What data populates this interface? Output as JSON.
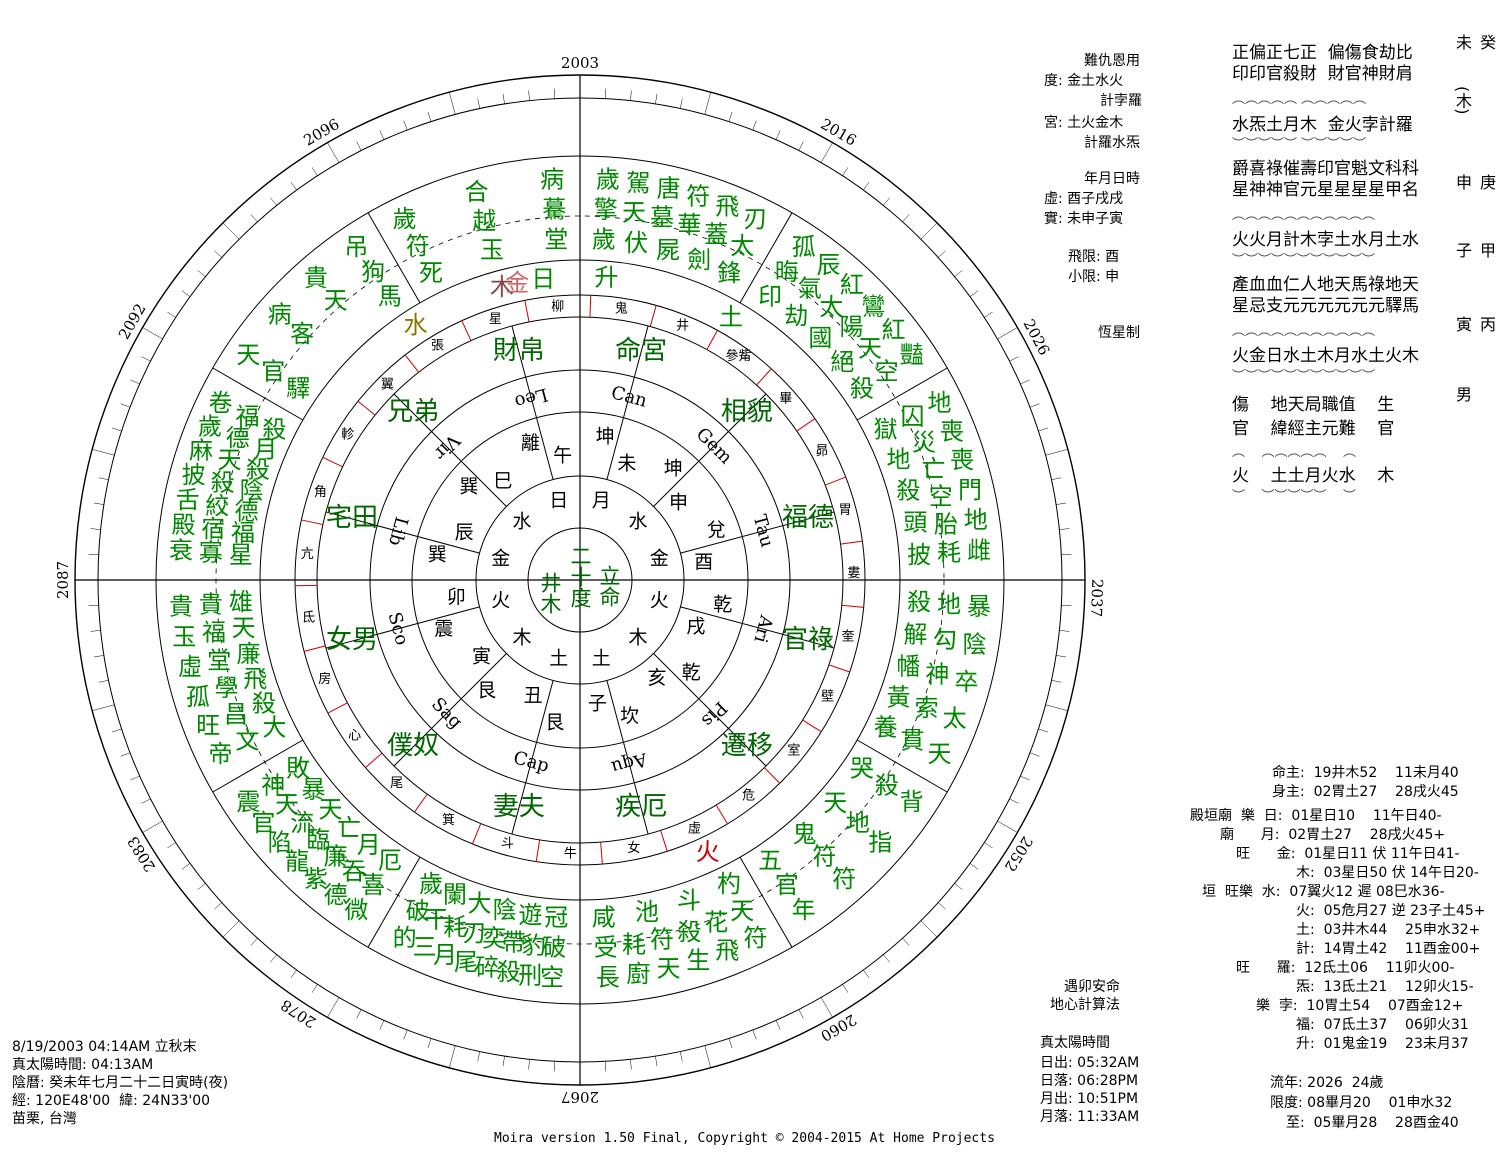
{
  "chart_info": {
    "lines": [
      "8/19/2003 04:14AM 立秋末",
      "真太陽時間: 04:13AM",
      "陰曆: 癸未年七月二十二日寅時(夜)",
      "經: 120E48'00  緯: 24N33'00",
      "苗栗, 台灣"
    ]
  },
  "footer": "Moira version 1.50 Final, Copyright © 2004-2015 At Home Projects",
  "years": [
    {
      "label": "2003",
      "a": 0
    },
    {
      "label": "2016",
      "a": 30
    },
    {
      "label": "2026",
      "a": 62
    },
    {
      "label": "2037",
      "a": 92
    },
    {
      "label": "2052",
      "a": 122
    },
    {
      "label": "2060",
      "a": 150
    },
    {
      "label": "2067",
      "a": 180
    },
    {
      "label": "2078",
      "a": 213
    },
    {
      "label": "2083",
      "a": 238
    },
    {
      "label": "2087",
      "a": 270
    },
    {
      "label": "2092",
      "a": 300
    },
    {
      "label": "2096",
      "a": 330
    }
  ],
  "signs": [
    "Can",
    "Gem",
    "Tau",
    "Ari",
    "Pis",
    "Aqu",
    "Cap",
    "Sag",
    "Sco",
    "Lib",
    "Vir",
    "Leo"
  ],
  "palaces": [
    "命宮",
    "相貌",
    "福德",
    "官祿",
    "遷移",
    "疾厄",
    "妻夫",
    "僕奴",
    "女男",
    "宅田",
    "兄弟",
    "財帛"
  ],
  "mansions": [
    "井",
    "參觜",
    "畢",
    "昴",
    "胃",
    "婁",
    "奎",
    "壁",
    "室",
    "危",
    "虛",
    "女",
    "牛",
    "斗",
    "箕",
    "尾",
    "心",
    "房",
    "氐",
    "亢",
    "角",
    "軫",
    "翼",
    "張",
    "星",
    "柳",
    "鬼"
  ],
  "branch_cells": [
    [
      "未",
      "坤"
    ],
    [
      "申",
      "坤"
    ],
    [
      "酉",
      "兌"
    ],
    [
      "戌",
      "乾"
    ],
    [
      "亥",
      "乾"
    ],
    [
      "子",
      "坎"
    ],
    [
      "丑",
      "艮"
    ],
    [
      "寅",
      "艮"
    ],
    [
      "卯",
      "震"
    ],
    [
      "辰",
      "巽"
    ],
    [
      "巳",
      "巽"
    ],
    [
      "午",
      "離"
    ]
  ],
  "element_cells": [
    "月",
    "水",
    "金",
    "火",
    "木",
    "土",
    "土",
    "木",
    "火",
    "金",
    "水",
    "日"
  ],
  "center": {
    "left": "井木",
    "mid": "二十度",
    "right": "立命"
  },
  "planets_ring": [
    "日",
    "升",
    "土",
    "火",
    "水",
    "木",
    "金"
  ],
  "right_top": {
    "title_lines": [
      "難仇恩用",
      "度: 金土水火",
      "計孛羅",
      "宮: 土火金木",
      "計羅水炁"
    ],
    "pillars_lines": [
      "年月日時",
      "虛: 酉子戌戌",
      "實: 未申子寅"
    ],
    "limits_lines": [
      "飛限: 酉",
      "小限: 申"
    ],
    "system": "恆星制"
  },
  "ten_gods": {
    "row1": "正偏正七正  偏傷食劫比",
    "row2": "印印官殺財  財官神財肩",
    "row3": "水炁土月木  金火孛計羅",
    "pillars": [
      "癸未",
      "(木)",
      "庚申",
      "甲子",
      "丙寅",
      "男"
    ],
    "row4": "爵喜祿催壽印官魁文科科",
    "row5": "星神神官元星星星星甲名",
    "row6": "火火月計木孛土水月土水",
    "row7": "產血血仁人地天馬祿地天",
    "row8": "星忌支元元元元元元驛馬",
    "row9": "火金日水土木月水土火木",
    "row10": "傷    地天局職值    生",
    "row11": "官    緯經主元難    官",
    "row12": "火    土土月火水    木"
  },
  "planet_table": [
    "命主:  19井木52    11未月40",
    "身主:  02胃土27    28戌火45",
    "殿垣廟  樂  日:  01星日10    11午日40-",
    "廟      月:  02胃土27    28戌火45+",
    "旺      金:  01星日11 伏 11午日41-",
    "木:  03星日50 伏 14午日20-",
    "垣  旺樂  水:  07翼火12 遲 08巳水36-",
    "火:  05危月27 逆 23子土45+",
    "土:  03井木44    25申水32+",
    "計:  14胃土42    11酉金00+",
    "旺      羅:  12氐土06    11卯火00-",
    "炁:  13氐土21    12卯火15-",
    "樂  孛:  10胃土54    07酉金12+",
    "福:  07氐土37    06卯火31",
    "升:  01鬼金19    23未月37"
  ],
  "sun_info": [
    "遇卯安命",
    "地心計算法",
    "真太陽時間",
    "日出: 05:32AM",
    "日落: 06:28PM",
    "月出: 10:51PM",
    "月落: 11:33AM"
  ],
  "flow_info": [
    "流年: 2026  24歲",
    "限度: 08畢月20    01申水32",
    "至:  05畢月28    28酉金40"
  ],
  "sectors": [
    {
      "a": 15,
      "stars": [
        "歲駕",
        "唐符",
        "飛刃",
        "擎天",
        "墓",
        "華蓋",
        "太歲",
        "伏屍",
        "劍鋒"
      ]
    },
    {
      "a": 45,
      "stars": [
        "孤辰",
        "紅鸞",
        "紅豔",
        "晦氣",
        "太陽",
        "天空",
        "印劫",
        "國",
        "絕",
        "殺"
      ]
    },
    {
      "a": 75,
      "stars": [
        "地喪",
        "喪門",
        "地雌",
        "囚災",
        "亡",
        "空",
        "胎",
        "耗",
        "獄",
        "地殺",
        "頭披"
      ]
    },
    {
      "a": 105,
      "stars": [
        "暴陰",
        "卒太",
        "天地",
        "勾神",
        "索貫",
        "殺",
        "解",
        "幡",
        "黃",
        "養"
      ]
    },
    {
      "a": 135,
      "stars": [
        "背",
        "指",
        "符",
        "年",
        "殺",
        "地",
        "符",
        "官",
        "哭",
        "天",
        "鬼",
        "五"
      ]
    },
    {
      "a": 165,
      "stars": [
        "符飛",
        "生天",
        "廚長",
        "天",
        "花殺",
        "符耗",
        "受",
        "杓",
        "斗",
        "池",
        "咸"
      ]
    },
    {
      "a": 195,
      "stars": [
        "空刑",
        "殺碎",
        "尾",
        "月三",
        "的破",
        "豹",
        "帶奕",
        "刃耗",
        "干破",
        "冠遊",
        "陰大",
        "闌歲"
      ]
    },
    {
      "a": 225,
      "stars": [
        "微德",
        "紫龍",
        "陷",
        "官震",
        "喜吞",
        "廉",
        "臨流",
        "天神",
        "厄月",
        "亡天",
        "暴敗"
      ]
    },
    {
      "a": 255,
      "stars": [
        "帝旺",
        "孤虛",
        "玉貴",
        "文昌",
        "學堂",
        "福貴",
        "大殺",
        "飛廉",
        "天雄"
      ]
    },
    {
      "a": 285,
      "stars": [
        "衰",
        "殿舌",
        "披",
        "麻",
        "歲卷",
        "寡宿",
        "絞殺",
        "天德",
        "福星",
        "福德",
        "陰殺",
        "月殺"
      ]
    },
    {
      "a": 315,
      "stars": [
        "天病",
        "貴吊",
        "官",
        "客",
        "天狗",
        "驛",
        "馬"
      ]
    },
    {
      "a": 345,
      "stars": [
        "歲合",
        "病",
        "符",
        "越",
        "驀",
        "死",
        "玉",
        "堂"
      ]
    }
  ]
}
